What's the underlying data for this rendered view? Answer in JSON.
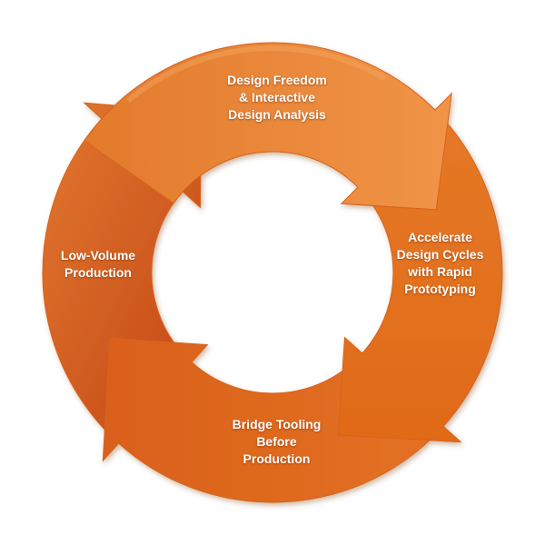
{
  "diagram": {
    "stages": [
      {
        "id": "design-freedom",
        "lines": [
          "Design Freedom",
          "& Interactive",
          "Design Analysis"
        ]
      },
      {
        "id": "accelerate",
        "lines": [
          "Accelerate",
          "Design Cycles",
          "with Rapid",
          "Prototyping"
        ]
      },
      {
        "id": "bridge-tooling",
        "lines": [
          "Bridge Tooling",
          "Before",
          "Production"
        ]
      },
      {
        "id": "low-volume",
        "lines": [
          "Low-Volume",
          "Production"
        ]
      }
    ],
    "colors": {
      "ring_light": "#ee8a3c",
      "ring_mid": "#e37423",
      "ring_dark": "#c7460b",
      "label_text": "#ffffff",
      "background": "#ffffff"
    }
  }
}
